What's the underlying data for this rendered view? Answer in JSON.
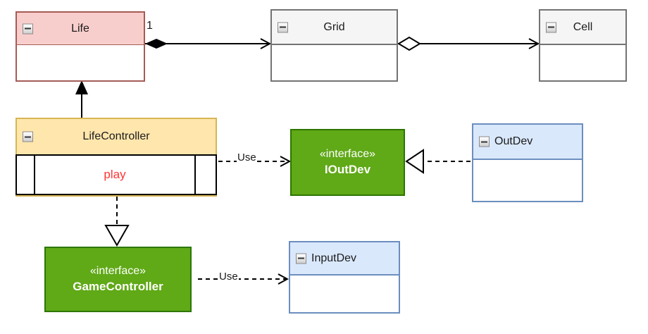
{
  "diagram": {
    "title": "UML class diagram",
    "colors": {
      "life_fill": "#f8cecc",
      "life_stroke": "#a55b55",
      "grid_fill": "#f5f5f5",
      "grid_stroke": "#737373",
      "controller_fill": "#ffe6ac",
      "controller_stroke": "#d6b656",
      "interface_fill": "#60a917",
      "interface_stroke": "#2d7600",
      "device_fill": "#dae8fc",
      "device_stroke": "#6c8ebf",
      "method_text": "#ff3333",
      "edge": "#000000"
    },
    "classes": [
      {
        "id": "life",
        "name": "Life",
        "icon": "collapse-minus-icon"
      },
      {
        "id": "grid",
        "name": "Grid",
        "icon": "collapse-minus-icon"
      },
      {
        "id": "cell",
        "name": "Cell",
        "icon": "collapse-minus-icon"
      },
      {
        "id": "lifecontroller",
        "name": "LifeController",
        "icon": "collapse-minus-icon",
        "method": "play"
      },
      {
        "id": "outdev",
        "name": "OutDev",
        "icon": "collapse-minus-icon"
      },
      {
        "id": "inputdev",
        "name": "InputDev",
        "icon": "collapse-minus-icon"
      }
    ],
    "interfaces": [
      {
        "id": "ioutdev",
        "stereotype": "«interface»",
        "name": "IOutDev"
      },
      {
        "id": "gamecontroller",
        "stereotype": "«interface»",
        "name": "GameController"
      }
    ],
    "edge_labels": {
      "multiplicity_life_grid": "1",
      "use_lifecontroller_ioutdev": "Use",
      "use_inputdev_gamecontroller": "Use"
    },
    "relationships": [
      {
        "from": "life",
        "to": "grid",
        "type": "composition"
      },
      {
        "from": "grid",
        "to": "cell",
        "type": "aggregation"
      },
      {
        "from": "lifecontroller",
        "to": "life",
        "type": "generalization"
      },
      {
        "from": "lifecontroller",
        "to": "ioutdev",
        "type": "dependency",
        "label": "Use"
      },
      {
        "from": "outdev",
        "to": "ioutdev",
        "type": "realization"
      },
      {
        "from": "lifecontroller",
        "to": "gamecontroller",
        "type": "realization"
      },
      {
        "from": "inputdev",
        "to": "gamecontroller",
        "type": "dependency",
        "label": "Use"
      }
    ]
  }
}
